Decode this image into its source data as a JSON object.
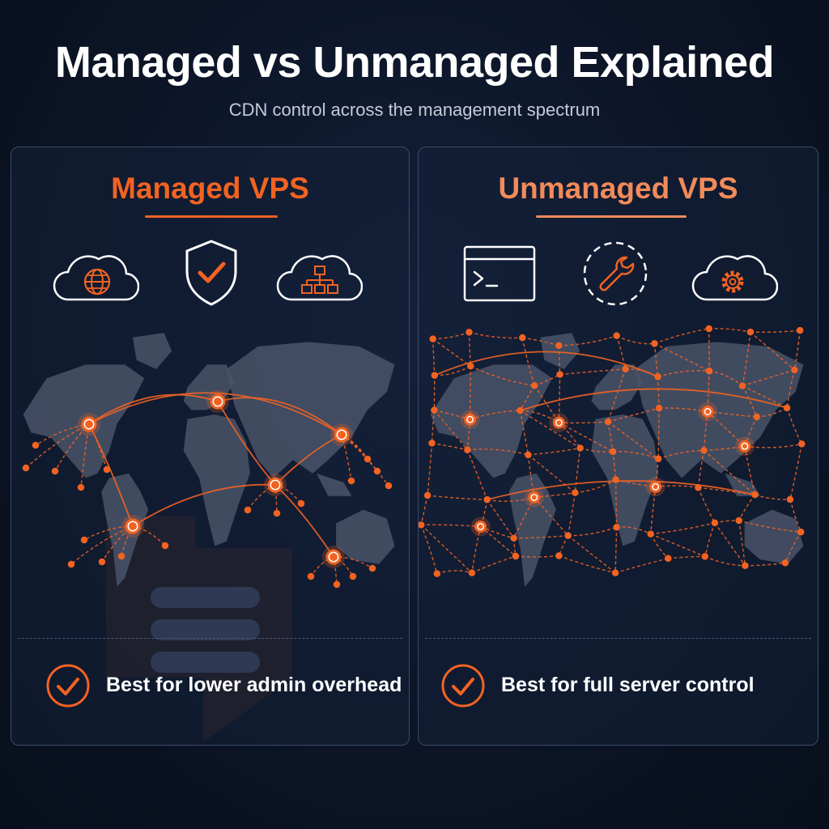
{
  "header": {
    "title": "Managed vs Unmanaged Explained",
    "subtitle": "CDN control across the management spectrum"
  },
  "colors": {
    "accent": "#f26322",
    "accent_light": "#f28a5a",
    "background": "#0c1527",
    "panel_border": "#3a4a66",
    "land": "#4a5468"
  },
  "panels": [
    {
      "title": "Managed VPS",
      "icons": [
        "cloud-globe-icon",
        "shield-check-icon",
        "cloud-network-icon"
      ],
      "network_style": "hub-and-spoke",
      "best_for": "Best for lower admin overhead"
    },
    {
      "title": "Unmanaged VPS",
      "icons": [
        "terminal-window-icon",
        "wrench-icon",
        "cloud-gear-icon"
      ],
      "network_style": "mesh",
      "best_for": "Best for full server control"
    }
  ]
}
